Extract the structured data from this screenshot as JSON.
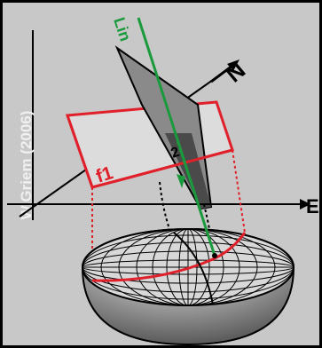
{
  "credit": "W.Griem (2006)",
  "labels": {
    "lineation": "Lin",
    "plane": "f1",
    "north": "N",
    "east": "E",
    "fold_axis_mark": "2"
  },
  "colors": {
    "background": "#c8c8c8",
    "frame": "#000000",
    "plane_outline": "#e0202a",
    "plane_fill": "#dcdcdc",
    "fold_plane": "#8a8a8a",
    "lineation": "#1a9a3c",
    "hemisphere": "#9a9a9a",
    "grid": "#000000",
    "credit_text": "#f0f0f0"
  }
}
